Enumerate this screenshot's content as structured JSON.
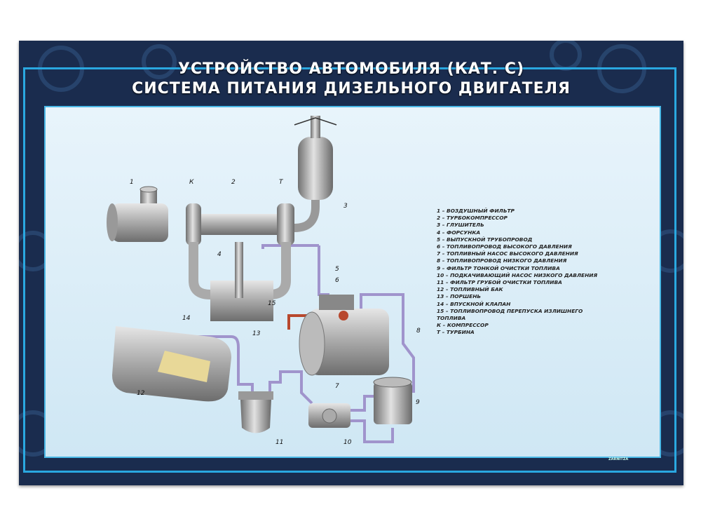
{
  "title": {
    "line1": "УСТРОЙСТВО АВТОМОБИЛЯ (КАТ. С)",
    "line2": "СИСТЕМА ПИТАНИЯ ДИЗЕЛЬНОГО ДВИГАТЕЛЯ"
  },
  "legend": [
    "1 – ВОЗДУШНЫЙ ФИЛЬТР",
    "2 – ТУРБОКОМПРЕССОР",
    "3 – ГЛУШИТЕЛЬ",
    "4 – ФОРСУНКА",
    "5 – ВЫПУСКНОЙ ТРУБОПРОВОД",
    "6 – ТОПЛИВОПРОВОД ВЫСОКОГО ДАВЛЕНИЯ",
    "7 – ТОПЛИВНЫЙ НАСОС ВЫСОКОГО ДАВЛЕНИЯ",
    "8 – ТОПЛИВОПРОВОД НИЗКОГО ДАВЛЕНИЯ",
    "9 – ФИЛЬТР ТОНКОЙ ОЧИСТКИ ТОПЛИВА",
    "10 – ПОДКАЧИВАЮЩИЙ НАСОС НИЗКОГО ДАВЛЕНИЯ",
    "11 – ФИЛЬТР ГРУБОЙ ОЧИСТКИ ТОПЛИВА",
    "12 – ТОПЛИВНЫЙ БАК",
    "13 – ПОРШЕНЬ",
    "14 – ВПУСКНОЙ КЛАПАН",
    "15 – ТОПЛИВОПРОВОД ПЕРЕПУСКА ИЗЛИШНЕГО",
    "ТОПЛИВА",
    "К – КОМПРЕССОР",
    "Т – ТУРБИНА"
  ],
  "labels": {
    "n1": "1",
    "nK": "К",
    "n2": "2",
    "nT": "Т",
    "n3": "3",
    "n4": "4",
    "n5": "5",
    "n6": "6",
    "n7": "7",
    "n8": "8",
    "n9": "9",
    "n10": "10",
    "n11": "11",
    "n12": "12",
    "n13": "13",
    "n14": "14",
    "n15": "15"
  },
  "logo": "ZARNITZA",
  "colors": {
    "frame": "#1a2c4e",
    "accent": "#2aa8e0",
    "low_pressure_line": "#a094cc",
    "bypass_line": "#b8482e"
  }
}
